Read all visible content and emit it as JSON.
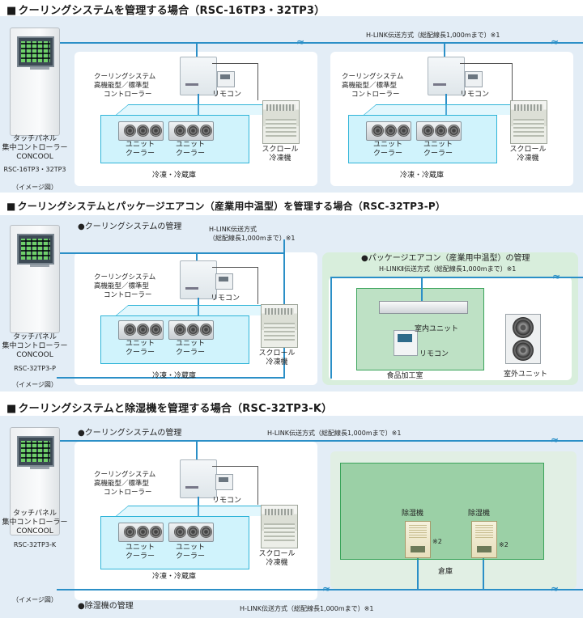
{
  "section1": {
    "title": "クーリングシステムを管理する場合（RSC-16TP3・32TP3）",
    "panel_label": [
      "タッチパネル",
      "集中コントローラー",
      "CONCOOL"
    ],
    "model": "RSC-16TP3・32TP3",
    "image_note": "（イメージ図）",
    "hlink": "H-LINK伝送方式（総配線長1,000mまで）※1",
    "groups": [
      {
        "controller": [
          "クーリングシステム",
          "高機能型／標準型",
          "コントローラー"
        ],
        "remote": "リモコン",
        "unit_cooler_1": [
          "ユニット",
          "クーラー"
        ],
        "unit_cooler_2": [
          "ユニット",
          "クーラー"
        ],
        "condenser": [
          "スクロール",
          "冷凍機"
        ],
        "room": "冷凍・冷蔵庫"
      },
      {
        "controller": [
          "クーリングシステム",
          "高機能型／標準型",
          "コントローラー"
        ],
        "remote": "リモコン",
        "unit_cooler_1": [
          "ユニット",
          "クーラー"
        ],
        "unit_cooler_2": [
          "ユニット",
          "クーラー"
        ],
        "condenser": [
          "スクロール",
          "冷凍機"
        ],
        "room": "冷凍・冷蔵庫"
      }
    ]
  },
  "section2": {
    "title": "クーリングシステムとパッケージエアコン（産業用中温型）を管理する場合（RSC-32TP3-P）",
    "panel_label": [
      "タッチパネル",
      "集中コントローラー",
      "CONCOOL"
    ],
    "model": "RSC-32TP3-P",
    "image_note": "（イメージ図）",
    "cooling_mgmt": "●クーリングシステムの管理",
    "hlink": [
      "H-LINK伝送方式",
      "（総配線長1,000mまで）※1"
    ],
    "group": {
      "controller": [
        "クーリングシステム",
        "高機能型／標準型",
        "コントローラー"
      ],
      "remote": "リモコン",
      "unit_cooler_1": [
        "ユニット",
        "クーラー"
      ],
      "unit_cooler_2": [
        "ユニット",
        "クーラー"
      ],
      "condenser": [
        "スクロール",
        "冷凍機"
      ],
      "room": "冷凍・冷蔵庫"
    },
    "pac": {
      "title": "●パッケージエアコン（産業用中温型）の管理",
      "hlink": "H-LINKⅡ伝送方式（総配線長1,000mまで）※1",
      "indoor": "室内ユニット",
      "remote": "リモコン",
      "outdoor": "室外ユニット",
      "room": "食品加工室"
    }
  },
  "section3": {
    "title": "クーリングシステムと除湿機を管理する場合（RSC-32TP3-K）",
    "panel_label": [
      "タッチパネル",
      "集中コントローラー",
      "CONCOOL"
    ],
    "model": "RSC-32TP3-K",
    "image_note": "（イメージ図）",
    "cooling_mgmt": "●クーリングシステムの管理",
    "hlink": "H-LINK伝送方式（総配線長1,000mまで）※1",
    "group": {
      "controller": [
        "クーリングシステム",
        "高機能型／標準型",
        "コントローラー"
      ],
      "remote": "リモコン",
      "unit_cooler_1": [
        "ユニット",
        "クーラー"
      ],
      "unit_cooler_2": [
        "ユニット",
        "クーラー"
      ],
      "condenser": [
        "スクロール",
        "冷凍機"
      ],
      "room": "冷凍・冷蔵庫"
    },
    "dehum": {
      "label_1": "除湿機",
      "label_2": "除湿機",
      "note_1": "※2",
      "note_2": "※2",
      "room": "倉庫",
      "mgmt": "●除湿機の管理",
      "hlink": "H-LINK伝送方式（総配線長1,000mまで）※1"
    }
  }
}
